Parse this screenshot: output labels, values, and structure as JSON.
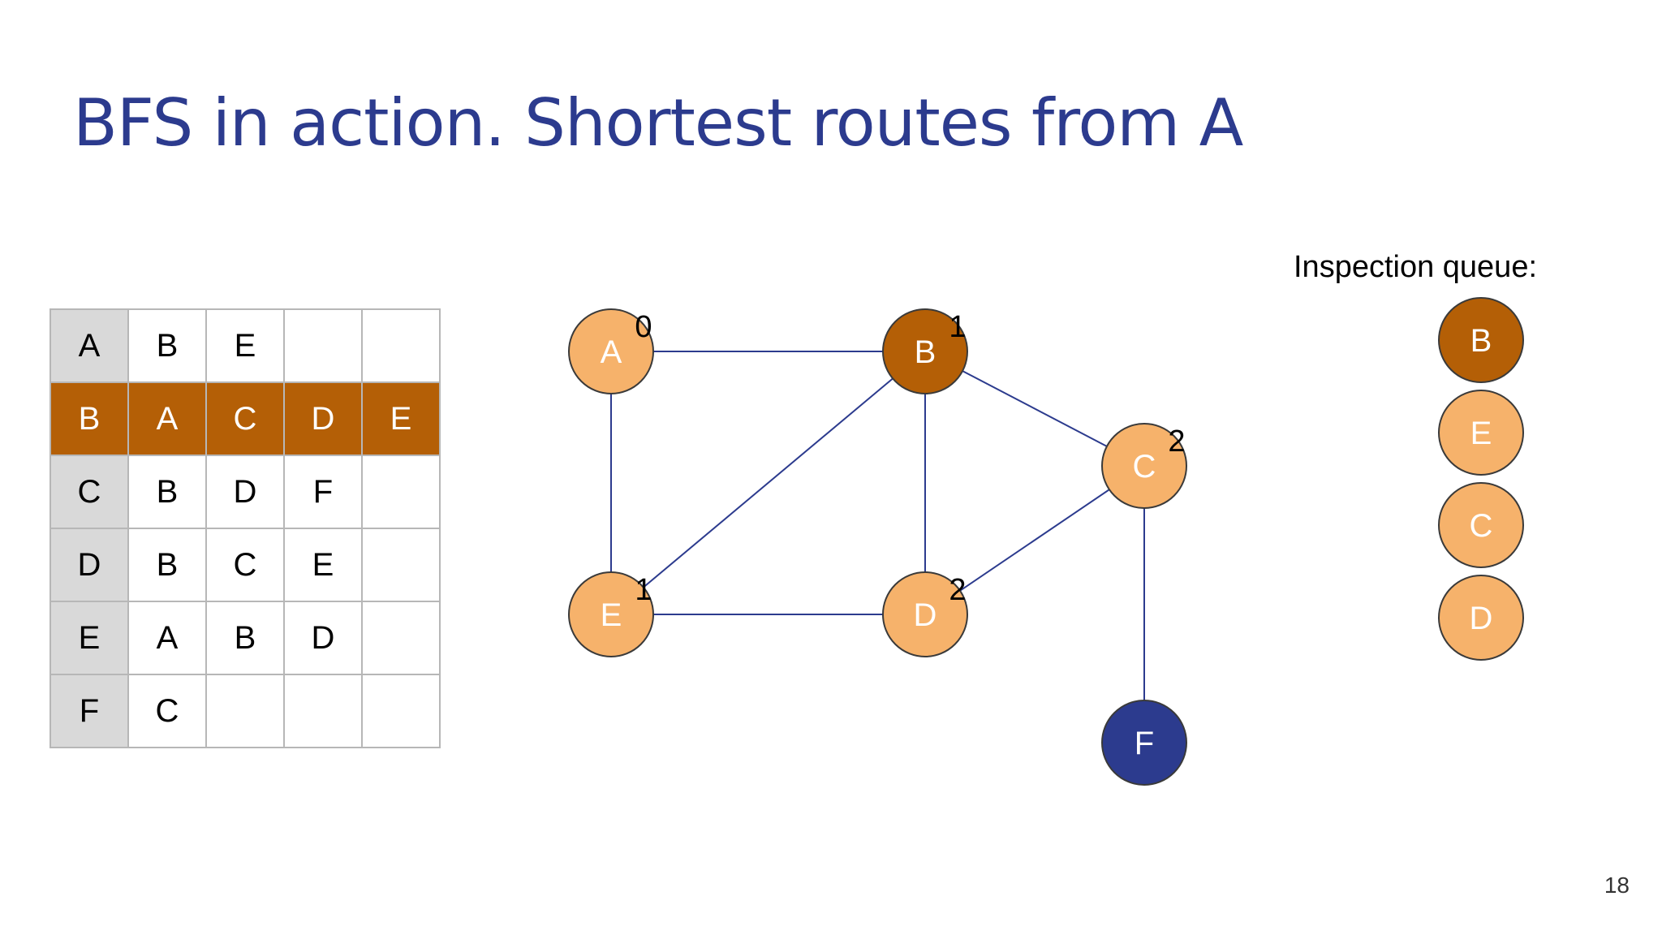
{
  "title": "BFS in action. Shortest routes from A",
  "colors": {
    "title": "#2c3b8e",
    "visited_node": "#f6b26b",
    "current_node": "#b45f06",
    "unvisited_node": "#2c3b8e",
    "edge": "#2c3b8e",
    "table_head": "#d9d9d9",
    "table_border": "#b7b7b7"
  },
  "adjacency_table": {
    "active_row": 1,
    "rows": [
      [
        "A",
        "B",
        "E",
        "",
        ""
      ],
      [
        "B",
        "A",
        "C",
        "D",
        "E"
      ],
      [
        "C",
        "B",
        "D",
        "F",
        ""
      ],
      [
        "D",
        "B",
        "C",
        "E",
        ""
      ],
      [
        "E",
        "A",
        "B",
        "D",
        ""
      ],
      [
        "F",
        "C",
        "",
        "",
        ""
      ]
    ]
  },
  "graph": {
    "nodes": [
      {
        "id": "A",
        "label": "A",
        "distance": "0",
        "state": "visited"
      },
      {
        "id": "B",
        "label": "B",
        "distance": "1",
        "state": "current"
      },
      {
        "id": "C",
        "label": "C",
        "distance": "2",
        "state": "visited"
      },
      {
        "id": "D",
        "label": "D",
        "distance": "2",
        "state": "visited"
      },
      {
        "id": "E",
        "label": "E",
        "distance": "1",
        "state": "visited"
      },
      {
        "id": "F",
        "label": "F",
        "distance": "",
        "state": "unvisited"
      }
    ],
    "edges": [
      [
        "A",
        "B"
      ],
      [
        "A",
        "E"
      ],
      [
        "B",
        "E"
      ],
      [
        "B",
        "D"
      ],
      [
        "B",
        "C"
      ],
      [
        "E",
        "D"
      ],
      [
        "D",
        "C"
      ],
      [
        "C",
        "F"
      ]
    ]
  },
  "queue": {
    "label": "Inspection queue:",
    "items": [
      {
        "label": "B",
        "state": "current"
      },
      {
        "label": "E",
        "state": "visited"
      },
      {
        "label": "C",
        "state": "visited"
      },
      {
        "label": "D",
        "state": "visited"
      }
    ]
  },
  "page_number": "18"
}
